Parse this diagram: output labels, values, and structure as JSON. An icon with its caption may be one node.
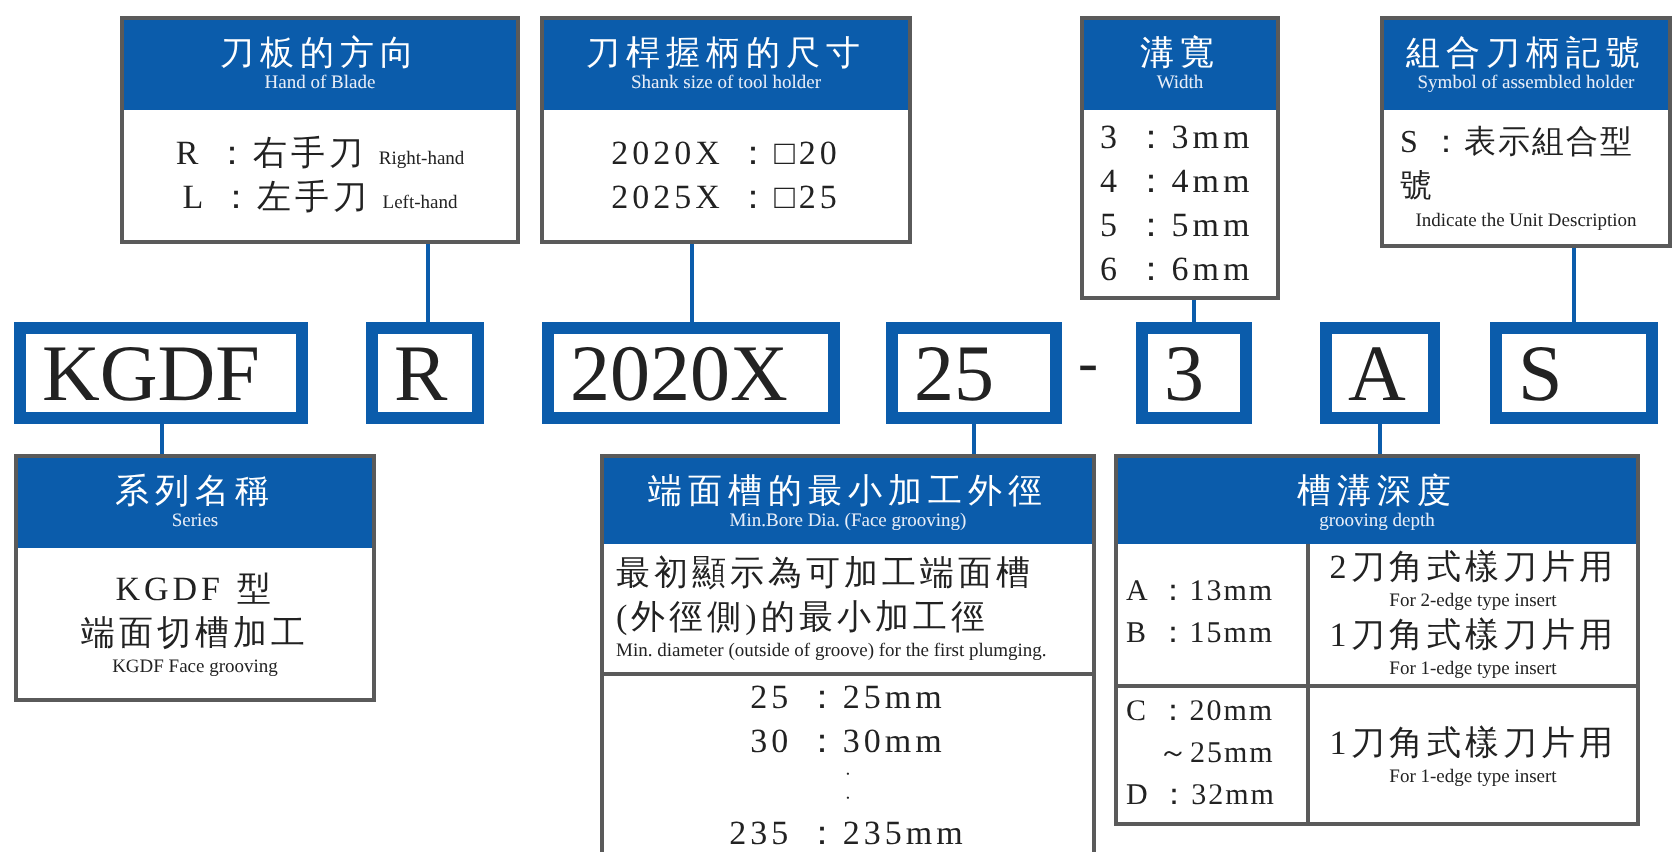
{
  "diagram": {
    "nodes": [
      {
        "text": [
          "刀板的方向",
          "Hand of Blade",
          "R ：右手刀",
          "Right-hand",
          "L ：左手刀",
          "Left-hand"
        ]
      },
      {
        "text": [
          "刀桿握柄的尺寸",
          "Shank size of tool holder",
          "2020X ：□20",
          "2025X ：□25"
        ]
      },
      {
        "text": [
          "溝寬",
          "Width",
          "3 ：3mm",
          "4 ：4mm",
          "5 ：5mm",
          "6 ：6mm"
        ]
      },
      {
        "text": [
          "組合刀柄記號",
          "Symbol of assembled holder",
          "S ：表示組合型號",
          "Indicate the Unit Description"
        ]
      },
      {
        "text": [
          "KGDF"
        ]
      },
      {
        "text": [
          "R"
        ]
      },
      {
        "text": [
          "2020X"
        ]
      },
      {
        "text": [
          "25"
        ]
      },
      {
        "text": [
          "3"
        ]
      },
      {
        "text": [
          "A"
        ]
      },
      {
        "text": [
          "S"
        ]
      },
      {
        "text": [
          "系列名稱",
          "Series",
          "KGDF 型",
          "端面切槽加工",
          "KGDF Face grooving"
        ]
      },
      {
        "text": [
          "端面槽的最小加工外徑",
          "Min.Bore Dia. (Face grooving)"
        ]
      },
      {
        "text": [
          "最初顯示為可加工端面槽(外徑側)的最小加工徑",
          "Min. diameter (outside of groove) for the first plumging."
        ],
        "in": 12
      },
      {
        "text": [
          "25 ：25mm",
          "30 ：30mm",
          "·",
          "·",
          "235 ：235mm"
        ],
        "in": 12
      },
      {
        "text": [
          "槽溝深度",
          "grooving depth"
        ]
      },
      {
        "text": [
          "A ：13mm",
          "B ：15mm"
        ],
        "in": 15
      },
      {
        "text": [
          "2刀角式樣刀片用",
          "For 2-edge type insert",
          "1刀角式樣刀片用",
          "For 1-edge type insert"
        ],
        "in": 15
      },
      {
        "text": [
          "C ：20mm",
          "～25mm",
          "D ：32mm"
        ],
        "in": 15
      },
      {
        "text": [
          "1刀角式樣刀片用",
          "For 1-edge type insert"
        ],
        "in": 15
      }
    ],
    "edges": [
      {
        "from": 4,
        "to": 11,
        "arrow": "none"
      },
      {
        "from": 5,
        "to": 0,
        "arrow": "none"
      },
      {
        "from": 6,
        "to": 1,
        "arrow": "none"
      },
      {
        "from": 7,
        "to": 12,
        "arrow": "none"
      },
      {
        "from": 8,
        "to": 2,
        "arrow": "none"
      },
      {
        "from": 9,
        "to": 15,
        "arrow": "none"
      },
      {
        "from": 10,
        "to": 3,
        "arrow": "none"
      }
    ],
    "labels": [
      "-"
    ]
  }
}
